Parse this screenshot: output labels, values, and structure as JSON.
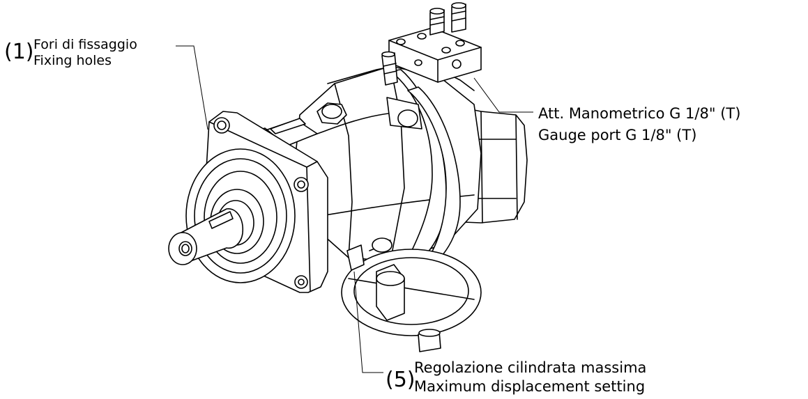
{
  "callouts": {
    "fixing": {
      "number": "(1)",
      "line1": "Fori di fissaggio",
      "line2": "Fixing holes"
    },
    "gauge": {
      "line1": "Att. Manometrico G 1/8\" (T)",
      "line2": "Gauge port G 1/8\" (T)"
    },
    "displacement": {
      "number": "(5)",
      "line1": "Regolazione cilindrata massima",
      "line2": "Maximum displacement setting"
    }
  }
}
